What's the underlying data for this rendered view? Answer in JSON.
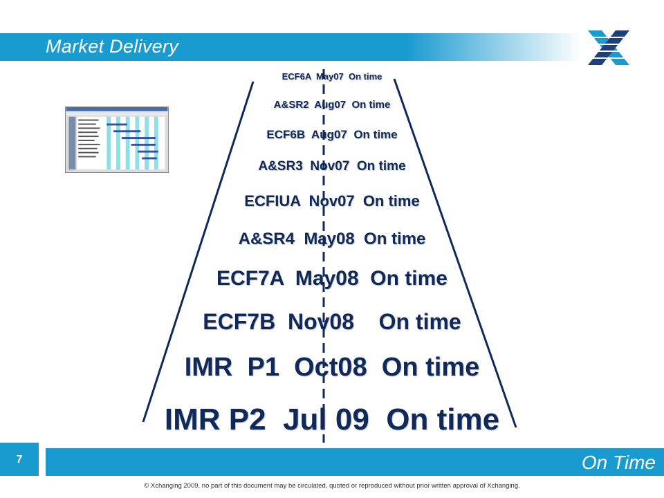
{
  "slide": {
    "title": "Market Delivery",
    "page_number": "7",
    "bottom_label": "On Time",
    "footer": "© Xchanging 2009, no part of this document may be circulated, quoted or reproduced without prior written approval of Xchanging."
  },
  "milestones": [
    {
      "text": "ECF6A  May07  On time"
    },
    {
      "text": "A&SR2  Aug07  On time"
    },
    {
      "text": "ECF6B  Aug07  On time"
    },
    {
      "text": "A&SR3  Nov07  On time"
    },
    {
      "text": "ECFIUA  Nov07  On time"
    },
    {
      "text": "A&SR4  May08  On time"
    },
    {
      "text": "ECF7A  May08  On time"
    },
    {
      "text": "ECF7B  Nov08    On time"
    },
    {
      "text": "IMR  P1  Oct08  On time"
    },
    {
      "text": "IMR P2  Jul 09  On time"
    }
  ],
  "colors": {
    "accent": "#1a9bd0",
    "text": "#0f2a5a"
  }
}
